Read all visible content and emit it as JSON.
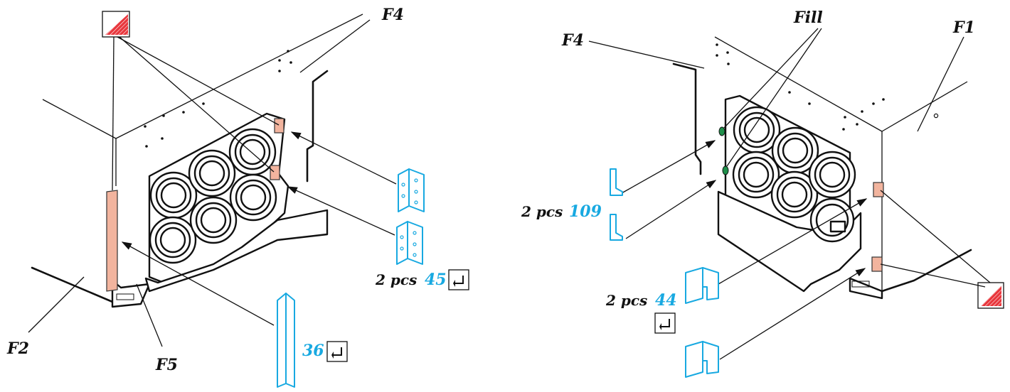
{
  "colors": {
    "accent": "#18a9e1",
    "attachment": "#f2b49e",
    "fill_point": "#1f8f4a",
    "warning": "#d8262c"
  },
  "icons": [
    "adhesive-warning-icon",
    "return-arrow-icon"
  ],
  "left": {
    "labels": {
      "F4": "F4",
      "F2": "F2",
      "F5": "F5"
    },
    "callouts": [
      {
        "qty": "2 pcs",
        "part": "45"
      },
      {
        "qty": "",
        "part": "36"
      }
    ]
  },
  "right": {
    "labels": {
      "Fill": "Fill",
      "F4": "F4",
      "F1": "F1"
    },
    "callouts": [
      {
        "qty": "2 pcs",
        "part": "109"
      },
      {
        "qty": "2 pcs",
        "part": "44"
      }
    ]
  }
}
